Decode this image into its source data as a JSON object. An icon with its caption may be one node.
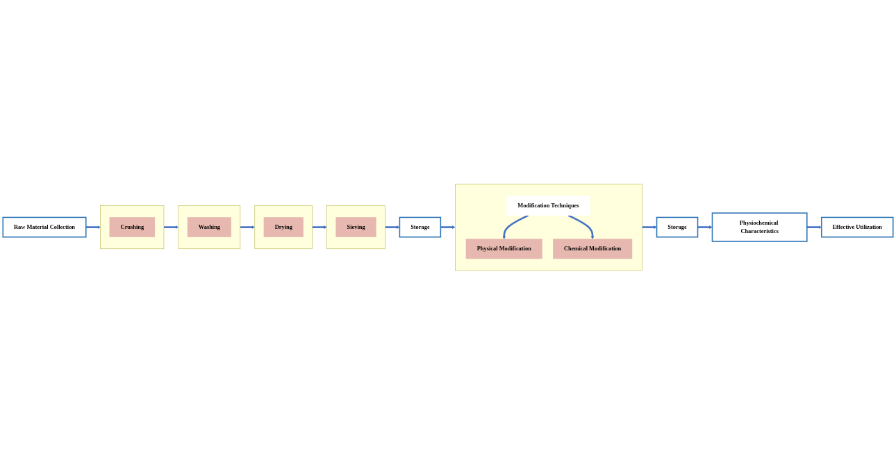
{
  "diagram": {
    "nodes": [
      {
        "text": [
          "Raw Material Collection"
        ]
      },
      {
        "text": [],
        "shape": "box"
      },
      {
        "text": [
          "Crushing"
        ],
        "in": 1
      },
      {
        "text": [],
        "shape": "box"
      },
      {
        "text": [
          "Washing"
        ],
        "in": 3
      },
      {
        "text": [],
        "shape": "box"
      },
      {
        "text": [
          "Drying"
        ],
        "in": 5
      },
      {
        "text": [],
        "shape": "box"
      },
      {
        "text": [
          "Sieving"
        ],
        "in": 7
      },
      {
        "text": [
          "Storage"
        ]
      },
      {
        "text": [],
        "shape": "box"
      },
      {
        "text": [
          "Modification Techniques"
        ],
        "in": 10
      },
      {
        "text": [
          "Physical Modification"
        ],
        "in": 10
      },
      {
        "text": [
          "Chemical Modification"
        ],
        "in": 10
      },
      {
        "text": [
          "Storage"
        ]
      },
      {
        "text": [
          "Physiochemical Characteristics"
        ]
      },
      {
        "text": [
          "Effective Utilization"
        ]
      }
    ],
    "edges": [
      {
        "from": 0,
        "to": 1,
        "arrow": "to"
      },
      {
        "from": 1,
        "to": 3,
        "arrow": "to"
      },
      {
        "from": 3,
        "to": 5,
        "arrow": "to"
      },
      {
        "from": 5,
        "to": 7,
        "arrow": "to"
      },
      {
        "from": 7,
        "to": 9,
        "arrow": "to"
      },
      {
        "from": 9,
        "to": 10,
        "arrow": "to"
      },
      {
        "from": 11,
        "to": 12,
        "arrow": "to"
      },
      {
        "from": 11,
        "to": 13,
        "arrow": "to"
      },
      {
        "from": 10,
        "to": 14,
        "arrow": "to"
      },
      {
        "from": 14,
        "to": 15,
        "arrow": "to"
      },
      {
        "from": 15,
        "to": 16,
        "arrow": "to"
      }
    ]
  }
}
